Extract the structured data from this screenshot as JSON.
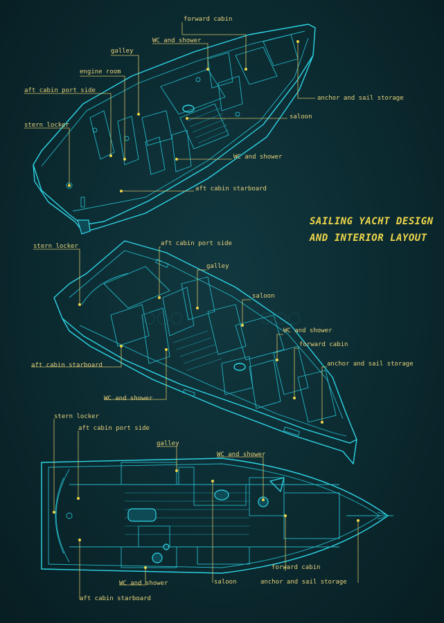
{
  "title": {
    "line1": "SAILING YACHT DESIGN",
    "line2": "AND INTERIOR LAYOUT"
  },
  "views": {
    "top_perspective": {
      "labels": [
        {
          "key": "forward_cabin",
          "text": "forward cabin"
        },
        {
          "key": "wc_shower_1",
          "text": "WC and shower"
        },
        {
          "key": "galley",
          "text": "galley"
        },
        {
          "key": "engine_room",
          "text": "engine room"
        },
        {
          "key": "aft_cabin_port",
          "text": "aft cabin port side"
        },
        {
          "key": "anchor_sail",
          "text": "anchor and sail storage"
        },
        {
          "key": "saloon",
          "text": "saloon"
        },
        {
          "key": "stern_locker",
          "text": "stern locker"
        },
        {
          "key": "wc_shower_2",
          "text": "WC and shower"
        },
        {
          "key": "aft_cabin_stbd",
          "text": "aft cabin starboard"
        }
      ]
    },
    "middle_perspective": {
      "labels": [
        {
          "key": "stern_locker",
          "text": "stern locker"
        },
        {
          "key": "aft_cabin_port",
          "text": "aft cabin port side"
        },
        {
          "key": "galley",
          "text": "galley"
        },
        {
          "key": "saloon",
          "text": "saloon"
        },
        {
          "key": "wc_shower_1",
          "text": "WC and shower"
        },
        {
          "key": "forward_cabin",
          "text": "forward cabin"
        },
        {
          "key": "aft_cabin_stbd",
          "text": "aft cabin starboard"
        },
        {
          "key": "anchor_sail",
          "text": "anchor and sail storage"
        },
        {
          "key": "wc_shower_2",
          "text": "WC and shower"
        }
      ]
    },
    "plan_view": {
      "labels": [
        {
          "key": "stern_locker",
          "text": "stern locker"
        },
        {
          "key": "aft_cabin_port",
          "text": "aft cabin port side"
        },
        {
          "key": "galley",
          "text": "galley"
        },
        {
          "key": "wc_shower_1",
          "text": "WC and shower"
        },
        {
          "key": "forward_cabin",
          "text": "forward cabin"
        },
        {
          "key": "wc_shower_2",
          "text": "WC and shower"
        },
        {
          "key": "saloon",
          "text": "saloon"
        },
        {
          "key": "anchor_sail",
          "text": "anchor and sail storage"
        },
        {
          "key": "aft_cabin_stbd",
          "text": "aft cabin starboard"
        }
      ]
    }
  },
  "colors": {
    "background": "#0b2a30",
    "blueprint_line": "#2fd6e8",
    "label_text": "#e8d27a",
    "title_text": "#f0d84a"
  }
}
